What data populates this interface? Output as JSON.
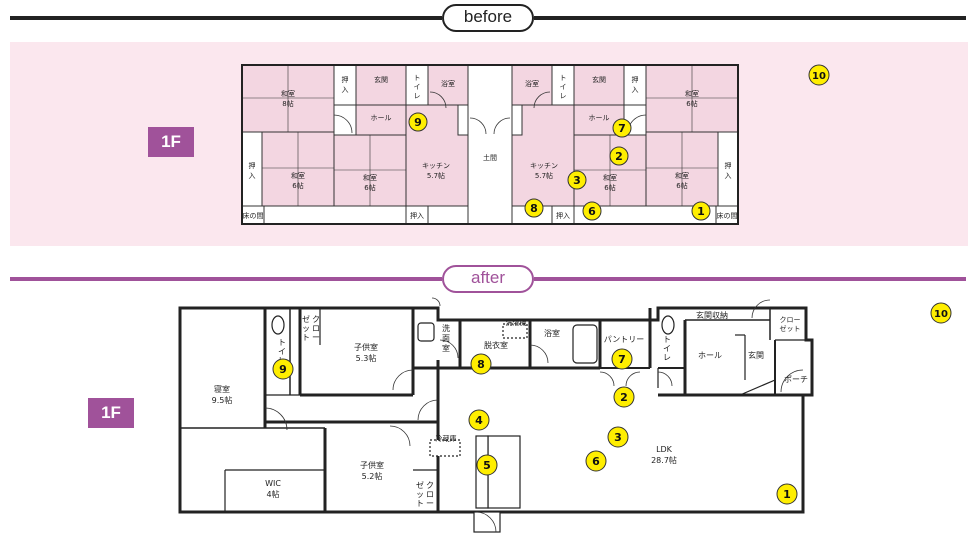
{
  "colors": {
    "before_line": "#222222",
    "after_line": "#a0529a",
    "pink_bg": "#fbe7ee",
    "room_fill": "#f3d6e1",
    "badge": "#a0529a",
    "marker": "#ffee00"
  },
  "before": {
    "header": "before",
    "floor": "1F",
    "rooms": {
      "washitsu_8": [
        "和室",
        "8帖"
      ],
      "washitsu_6": [
        "和室",
        "6帖"
      ],
      "oshiire": [
        "押",
        "入"
      ],
      "genkan": "玄関",
      "toire": [
        "ト",
        "イ",
        "レ"
      ],
      "yokushitsu": "浴室",
      "hall": "ホール",
      "kitchen": [
        "キッチン",
        "5.7帖"
      ],
      "doma": "土間",
      "oshiire_h": "押入",
      "tokonoma": "床の間"
    },
    "markers": [
      "1",
      "2",
      "3",
      "6",
      "7",
      "8",
      "9",
      "10"
    ]
  },
  "after": {
    "header": "after",
    "floor": "1F",
    "rooms": {
      "shinshitsu": [
        "寝室",
        "9.5帖"
      ],
      "kodomo1": [
        "子供室",
        "5.3帖"
      ],
      "kodomo2": [
        "子供室",
        "5.2帖"
      ],
      "wic": [
        "WIC",
        "4帖"
      ],
      "closet_v": [
        "ク",
        "ロ",
        "ー"
      ],
      "closet_v2": [
        "ゼ",
        "ッ",
        "ト"
      ],
      "toire": [
        "ト",
        "イ",
        "レ"
      ],
      "senmen": [
        "洗",
        "面",
        "室"
      ],
      "datsui": "脱衣室",
      "sentakuki": "洗濯機",
      "yokushitsu": "浴室",
      "pantry": "パントリー",
      "genkan_shuno": "玄関収納",
      "closet_h": [
        "クロー",
        "ゼット"
      ],
      "hall": "ホール",
      "genkan": "玄関",
      "porch": "ポーチ",
      "ldk": [
        "LDK",
        "28.7帖"
      ],
      "reizoko": "冷蔵庫"
    },
    "markers": [
      "1",
      "2",
      "3",
      "4",
      "5",
      "6",
      "7",
      "8",
      "9",
      "10"
    ]
  }
}
